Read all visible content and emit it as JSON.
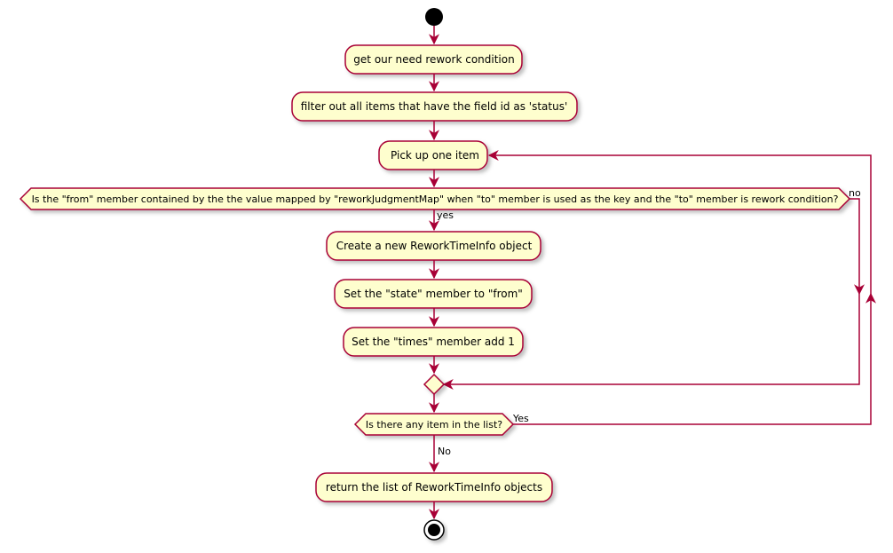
{
  "colors": {
    "node_fill": "#FEFECE",
    "node_stroke": "#A80036",
    "edge": "#A80036",
    "start_fill": "#000000",
    "shadow": "#cccccc"
  },
  "nodes": {
    "get_condition": "get our need rework condition",
    "filter_items": "filter out all items that have the field id as 'status'",
    "pick_item": "Pick up one item",
    "decision_contained": "Is the \"from\" member contained by the the value mapped by \"reworkJudgmentMap\" when \"to\" member is used as the key and the \"to\" member is rework condition?",
    "create_object": "Create a new ReworkTimeInfo object",
    "set_state": "Set the \"state\" member to \"from\"",
    "set_times": "Set the \"times\" member add 1",
    "decision_more_items": "Is there any item in the list?",
    "return_list": "return the list of ReworkTimeInfo objects"
  },
  "edge_labels": {
    "contained_yes": "yes",
    "contained_no": "no",
    "more_yes": "Yes",
    "more_no": "No"
  },
  "icons": {
    "start": "start-circle-icon",
    "end": "end-circle-icon"
  }
}
